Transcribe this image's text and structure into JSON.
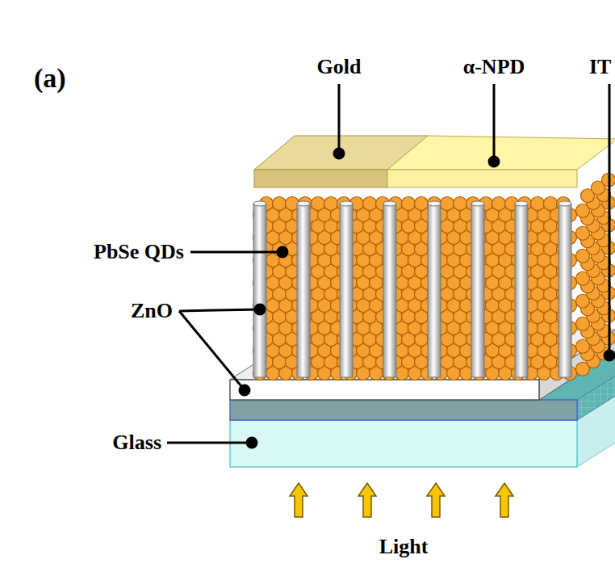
{
  "diagram": {
    "labels": [
      "(a)",
      "Gold",
      "α-NPD",
      "IT",
      "PbSe QDs",
      "ZnO",
      "Glass",
      "Light"
    ]
  }
}
